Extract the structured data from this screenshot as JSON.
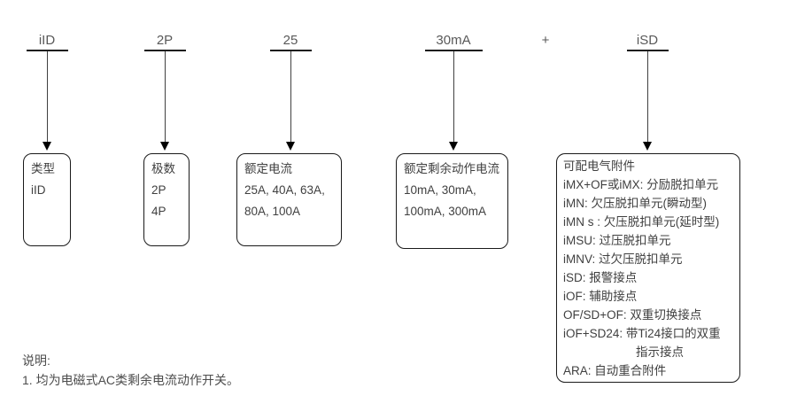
{
  "diagram": {
    "plus": "+",
    "labels": [
      {
        "text": "iID"
      },
      {
        "text": "2P"
      },
      {
        "text": "25"
      },
      {
        "text": "30mA"
      },
      {
        "text": "iSD"
      }
    ],
    "boxes": [
      {
        "title": "类型",
        "lines": [
          "iID"
        ]
      },
      {
        "title": "极数",
        "lines": [
          "2P",
          "4P"
        ]
      },
      {
        "title": "额定电流",
        "lines": [
          "25A, 40A, 63A,",
          "80A, 100A"
        ]
      },
      {
        "title": "额定剩余动作电流",
        "lines": [
          "10mA, 30mA,",
          "100mA, 300mA"
        ]
      },
      {
        "title": "可配电气附件",
        "lines": [
          "iMX+OF或iMX: 分励脱扣单元",
          "iMN: 欠压脱扣单元(瞬动型)",
          "iMN s : 欠压脱扣单元(延时型)",
          "iMSU: 过压脱扣单元",
          "iMNV: 过欠压脱扣单元",
          "iSD: 报警接点",
          "iOF: 辅助接点",
          "OF/SD+OF: 双重切换接点",
          "iOF+SD24: 带Ti24接口的双重",
          "指示接点",
          "ARA: 自动重合附件"
        ]
      }
    ],
    "notes": {
      "heading": "说明:",
      "items": [
        "1. 均为电磁式AC类剩余电流动作开关。"
      ]
    }
  }
}
